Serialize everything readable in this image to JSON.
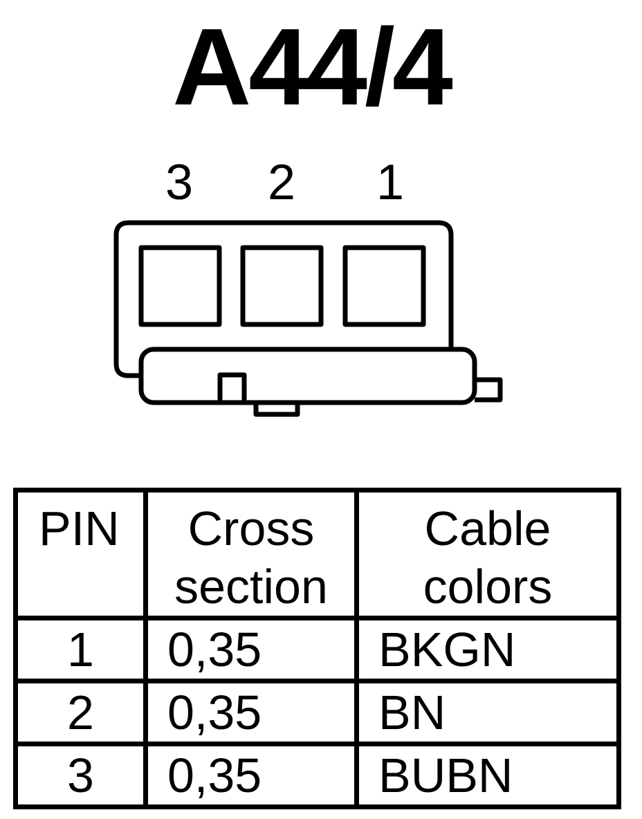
{
  "title": "A44/4",
  "connector": {
    "pin_labels": [
      "3",
      "2",
      "1"
    ]
  },
  "table": {
    "headers": {
      "pin": "PIN",
      "cross_section_line1": "Cross",
      "cross_section_line2": "section",
      "cable_colors_line1": "Cable",
      "cable_colors_line2": "colors"
    },
    "rows": [
      {
        "pin": "1",
        "cross_section": "0,35",
        "cable_color": "BKGN"
      },
      {
        "pin": "2",
        "cross_section": "0,35",
        "cable_color": "BN"
      },
      {
        "pin": "3",
        "cross_section": "0,35",
        "cable_color": "BUBN"
      }
    ]
  }
}
